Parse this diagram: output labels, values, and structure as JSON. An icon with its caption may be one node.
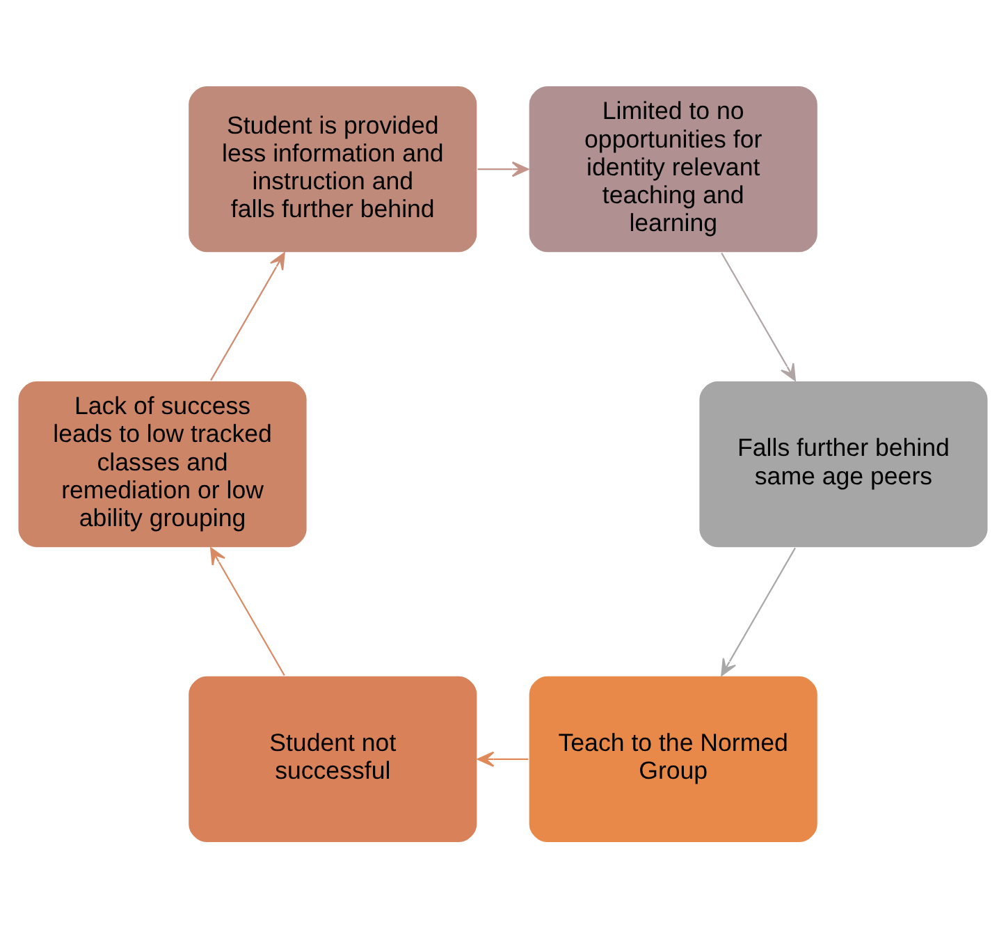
{
  "diagram": {
    "nodes": [
      {
        "text": [
          "Teach to the Normed Group"
        ]
      },
      {
        "text": [
          "Student not successful"
        ]
      },
      {
        "text": [
          "Lack of success leads to low tracked classes and remediation or low ability grouping"
        ]
      },
      {
        "text": [
          "Student is provided less information and instruction and falls further behind"
        ]
      },
      {
        "text": [
          "Limited to no opportunities for identity relevant teaching and learning"
        ]
      },
      {
        "text": [
          "Falls further behind same age peers"
        ]
      }
    ],
    "edges": [
      {
        "from": 0,
        "to": 1,
        "arrow": "to",
        "color": "#e08a5a"
      },
      {
        "from": 1,
        "to": 2,
        "arrow": "to",
        "color": "#d98a62"
      },
      {
        "from": 2,
        "to": 3,
        "arrow": "to",
        "color": "#cf8c70"
      },
      {
        "from": 3,
        "to": 4,
        "arrow": "to",
        "color": "#c4948a"
      },
      {
        "from": 4,
        "to": 5,
        "arrow": "to",
        "color": "#b0a4a4"
      },
      {
        "from": 5,
        "to": 0,
        "arrow": "to",
        "color": "#a8a8a8"
      }
    ]
  }
}
